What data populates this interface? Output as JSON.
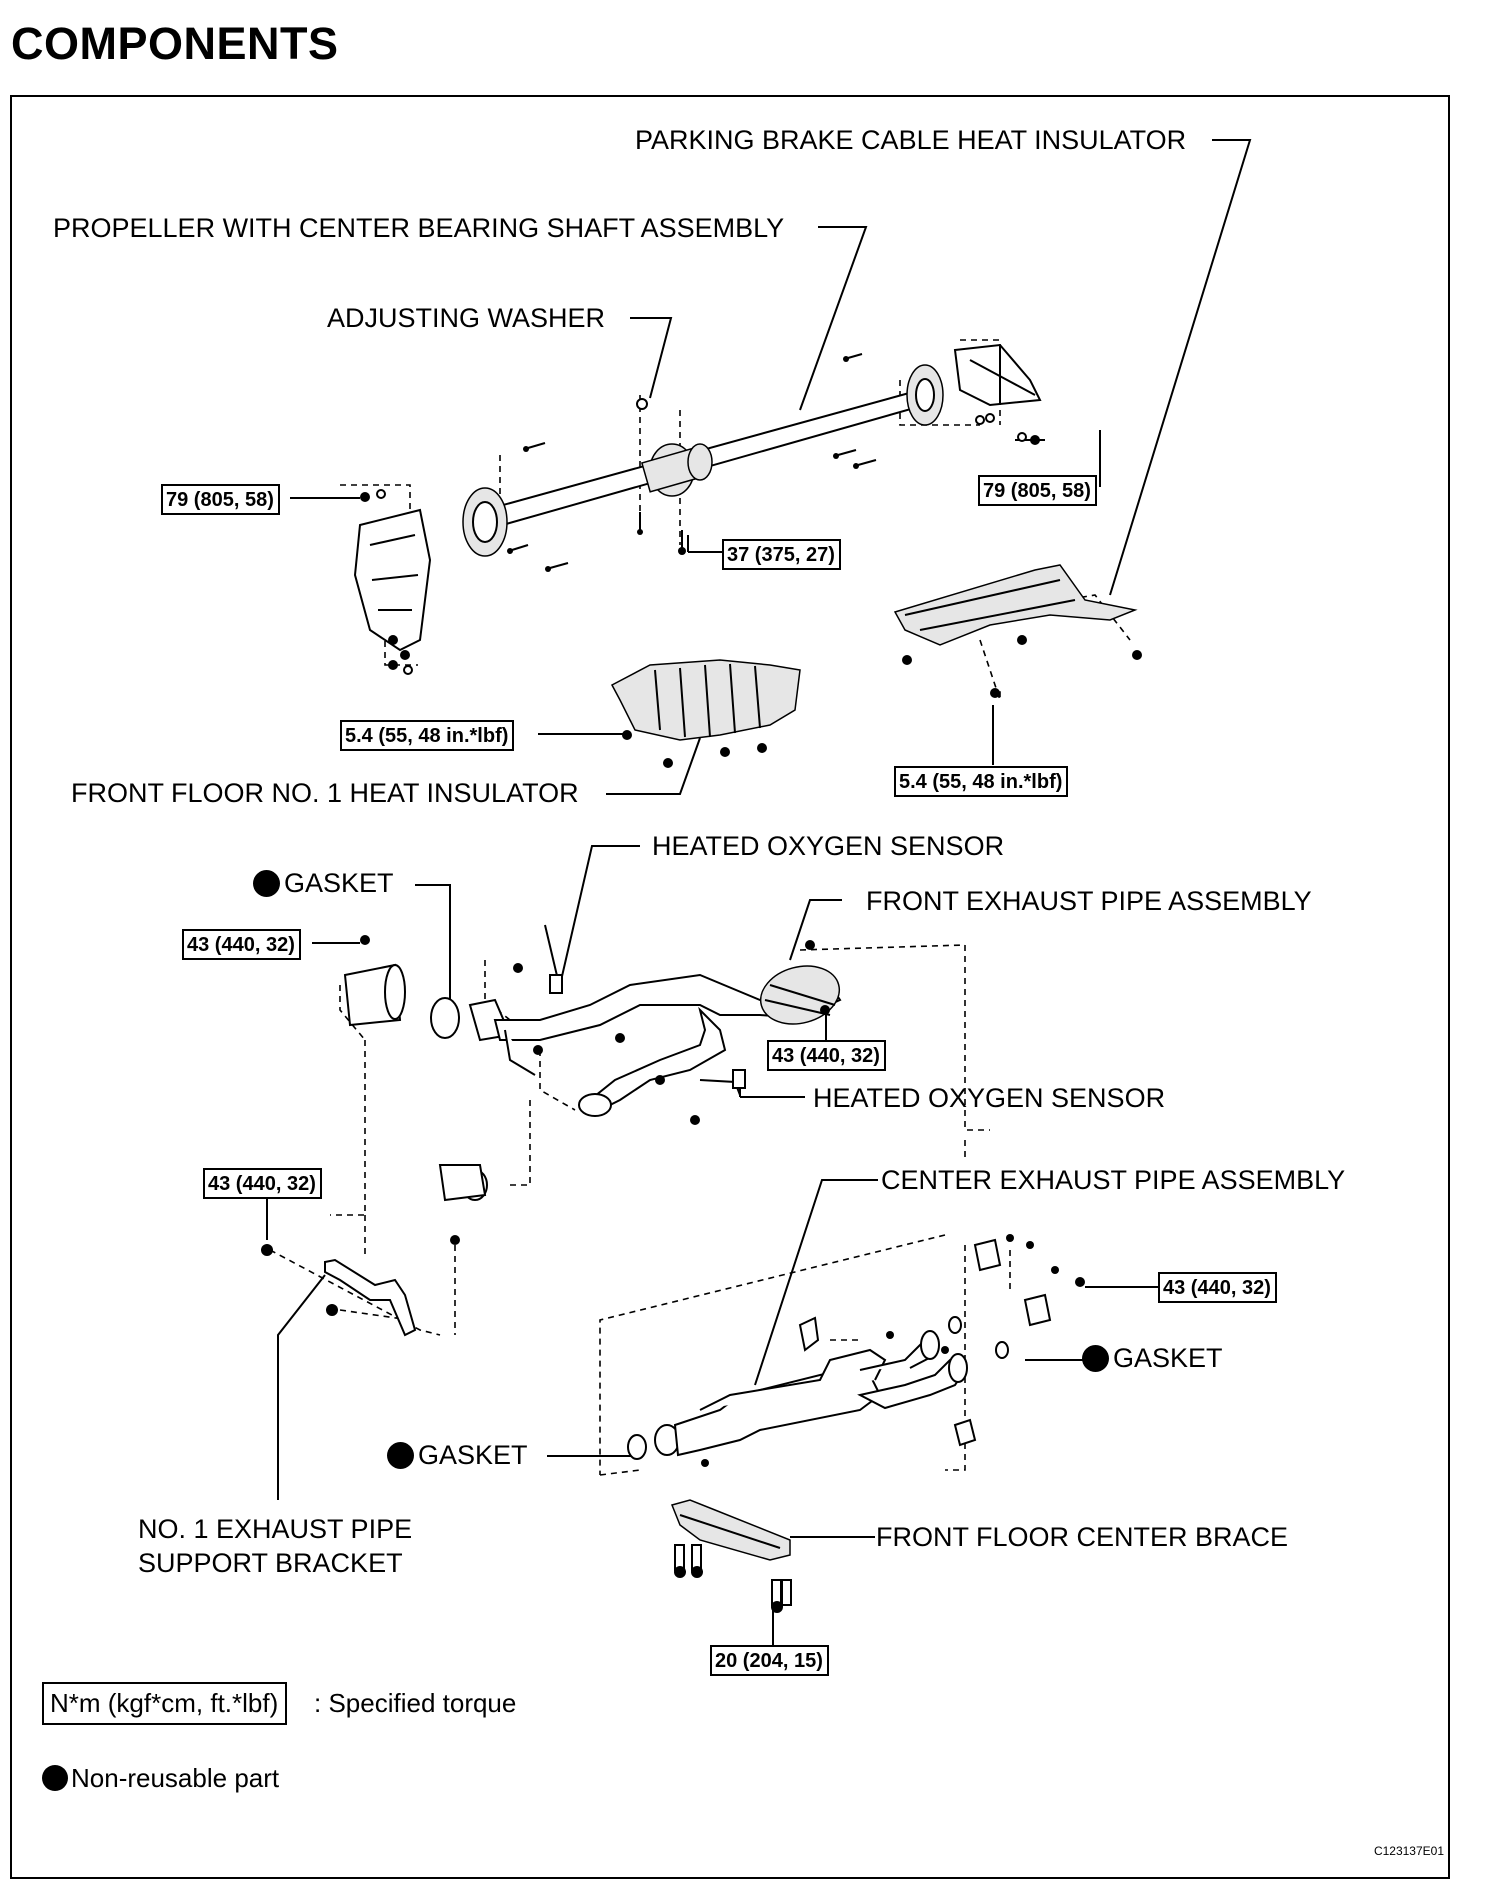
{
  "page": {
    "title": "COMPONENTS",
    "reference_code": "C123137E01"
  },
  "labels": {
    "parking_brake_heat_insulator": "PARKING BRAKE CABLE HEAT INSULATOR",
    "propeller_shaft": "PROPELLER WITH CENTER BEARING SHAFT ASSEMBLY",
    "adjusting_washer": "ADJUSTING WASHER",
    "front_floor_heat_insulator": "FRONT FLOOR NO. 1 HEAT INSULATOR",
    "heated_oxygen_sensor_1": "HEATED OXYGEN SENSOR",
    "heated_oxygen_sensor_2": "HEATED OXYGEN SENSOR",
    "front_exhaust_pipe": "FRONT EXHAUST PIPE ASSEMBLY",
    "center_exhaust_pipe": "CENTER EXHAUST PIPE ASSEMBLY",
    "gasket_1": "GASKET",
    "gasket_2": "GASKET",
    "gasket_3": "GASKET",
    "support_bracket_line1": "NO. 1 EXHAUST PIPE",
    "support_bracket_line2": "SUPPORT BRACKET",
    "front_floor_center_brace": "FRONT FLOOR CENTER BRACE"
  },
  "torques": {
    "propeller_left": "79 (805, 58)",
    "propeller_right": "79 (805, 58)",
    "center_bearing": "37 (375, 27)",
    "insulator_left": "5.4 (55, 48 in.*lbf)",
    "insulator_right": "5.4 (55, 48 in.*lbf)",
    "front_pipe_left": "43 (440, 32)",
    "front_pipe_right": "43 (440, 32)",
    "bracket": "43 (440, 32)",
    "center_pipe_right": "43 (440, 32)",
    "brace": "20 (204, 15)"
  },
  "legend": {
    "torque_units": "N*m (kgf*cm, ft.*lbf)",
    "torque_text": ": Specified torque",
    "non_reusable_text": "Non-reusable part"
  }
}
